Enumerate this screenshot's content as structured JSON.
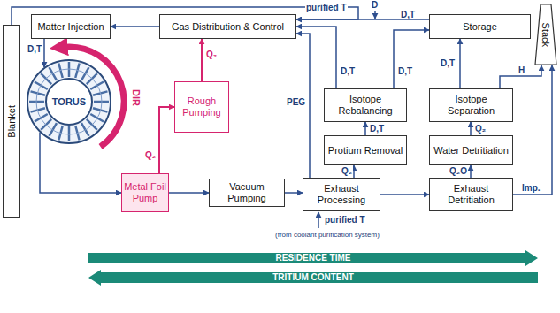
{
  "diagram": {
    "nodes": [
      {
        "text": [
          "Matter Injection"
        ]
      },
      {
        "text": [
          "Gas Distribution & Control"
        ]
      },
      {
        "text": [
          "Storage"
        ]
      },
      {
        "text": [
          "Stack"
        ]
      },
      {
        "text": [
          "Blanket"
        ]
      },
      {
        "text": [
          "TORUS"
        ]
      },
      {
        "text": [
          "Rough Pumping"
        ]
      },
      {
        "text": [
          "Isotope Rebalancing"
        ]
      },
      {
        "text": [
          "Isotope Separation"
        ]
      },
      {
        "text": [
          "Protium Removal"
        ]
      },
      {
        "text": [
          "Water Detritiation"
        ]
      },
      {
        "text": [
          "Metal Foil Pump"
        ]
      },
      {
        "text": [
          "Vacuum Pumping"
        ]
      },
      {
        "text": [
          "Exhaust Processing"
        ]
      },
      {
        "text": [
          "Exhaust Detritiation"
        ]
      },
      {
        "text": [
          "RESIDENCE TIME"
        ]
      },
      {
        "text": [
          "TRITIUM CONTENT"
        ]
      }
    ],
    "edges": [
      {
        "from": 1,
        "to": 0,
        "arrow": "to"
      },
      {
        "from": 0,
        "to": 5,
        "label": "D,T",
        "arrow": "to"
      },
      {
        "from": 5,
        "to": 11,
        "arrow": "to"
      },
      {
        "from": 11,
        "to": 6,
        "label": "Q₂",
        "arrow": "to"
      },
      {
        "from": 6,
        "to": 1,
        "label": "Q₂",
        "arrow": "to"
      },
      {
        "from": 11,
        "to": 12,
        "arrow": "to"
      },
      {
        "from": 12,
        "to": 13,
        "arrow": "to"
      },
      {
        "from": 13,
        "to": 1,
        "label": "PEG",
        "arrow": "to"
      },
      {
        "from": 13,
        "to": 9,
        "label": "Q₂",
        "arrow": "to"
      },
      {
        "from": 9,
        "to": 7,
        "label": "D,T",
        "arrow": "to"
      },
      {
        "from": 7,
        "to": 1,
        "label": "D,T",
        "arrow": "to"
      },
      {
        "from": 7,
        "to": 2,
        "label": "D,T",
        "arrow": "to"
      },
      {
        "from": 2,
        "to": 1,
        "label": "D,T",
        "arrow": "to"
      },
      {
        "from": 4,
        "to": 1,
        "label": "purified T",
        "arrow": "to"
      },
      {
        "from": 13,
        "to": 14,
        "arrow": "to"
      },
      {
        "from": 14,
        "to": 10,
        "label": "Q₂O",
        "arrow": "to"
      },
      {
        "from": 10,
        "to": 8,
        "label": "Q₂",
        "arrow": "to"
      },
      {
        "from": 8,
        "to": 2,
        "label": "D,T",
        "arrow": "to"
      },
      {
        "from": 8,
        "to": 3,
        "label": "H",
        "arrow": "to"
      },
      {
        "from": 14,
        "to": 3,
        "label": "Imp.",
        "arrow": "to"
      }
    ],
    "labels": [
      "DIR",
      "D",
      "purified T",
      "(from coolant purification system)"
    ]
  }
}
